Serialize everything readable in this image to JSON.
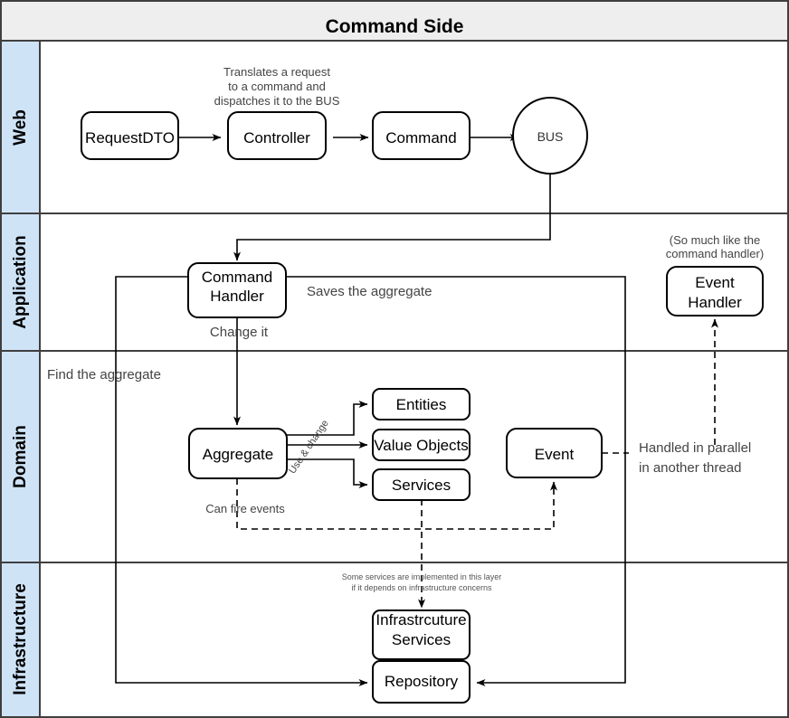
{
  "diagram": {
    "title": "Command Side",
    "colors": {
      "lane_fill": "#cfe3f7",
      "header_fill": "#eeeeee",
      "border": "#3f3f3f",
      "shape_stroke": "#000000",
      "shape_fill": "#ffffff"
    },
    "lanes": [
      {
        "id": "web",
        "label": "Web"
      },
      {
        "id": "application",
        "label": "Application"
      },
      {
        "id": "domain",
        "label": "Domain"
      },
      {
        "id": "infrastructure",
        "label": "Infrastructure"
      }
    ],
    "nodes": [
      {
        "id": "requestdto",
        "label": "RequestDTO",
        "lane": "web",
        "shape": "rounded-rect"
      },
      {
        "id": "controller",
        "label": "Controller",
        "lane": "web",
        "shape": "rounded-rect"
      },
      {
        "id": "command",
        "label": "Command",
        "lane": "web",
        "shape": "rounded-rect"
      },
      {
        "id": "bus",
        "label": "BUS",
        "lane": "web",
        "shape": "ellipse"
      },
      {
        "id": "command-handler",
        "label_line1": "Command",
        "label_line2": "Handler",
        "lane": "application",
        "shape": "rounded-rect"
      },
      {
        "id": "event-handler",
        "label_line1": "Event",
        "label_line2": "Handler",
        "lane": "application",
        "shape": "rounded-rect"
      },
      {
        "id": "aggregate",
        "label": "Aggregate",
        "lane": "domain",
        "shape": "rounded-rect"
      },
      {
        "id": "entities",
        "label": "Entities",
        "lane": "domain",
        "shape": "rounded-rect"
      },
      {
        "id": "value-objects",
        "label": "Value Objects",
        "lane": "domain",
        "shape": "rounded-rect"
      },
      {
        "id": "services",
        "label": "Services",
        "lane": "domain",
        "shape": "rounded-rect"
      },
      {
        "id": "event",
        "label": "Event",
        "lane": "domain",
        "shape": "rounded-rect"
      },
      {
        "id": "infrastructure-services",
        "label_line1": "Infrastrcuture",
        "label_line2": "Services",
        "lane": "infrastructure",
        "shape": "rounded-rect"
      },
      {
        "id": "repository",
        "label": "Repository",
        "lane": "infrastructure",
        "shape": "rounded-rect"
      }
    ],
    "annotations": {
      "translates": {
        "line1": "Translates a request",
        "line2": "to a command and",
        "line3": "dispatches it to the BUS"
      },
      "so_much_like": {
        "line1": "(So much like the",
        "line2": "command handler)"
      },
      "saves_the_aggregate": "Saves the aggregate",
      "change_it": "Change it",
      "find_the_aggregate": "Find the aggregate",
      "use_and_change": "Use & change",
      "can_fire_events": "Can fire events",
      "handled_in_parallel": {
        "line1": "Handled in parallel",
        "line2": "in another thread"
      },
      "some_services": {
        "line1": "Some services are implemented in this layer",
        "line2": "if it depends on infrastructure concerns"
      }
    }
  }
}
